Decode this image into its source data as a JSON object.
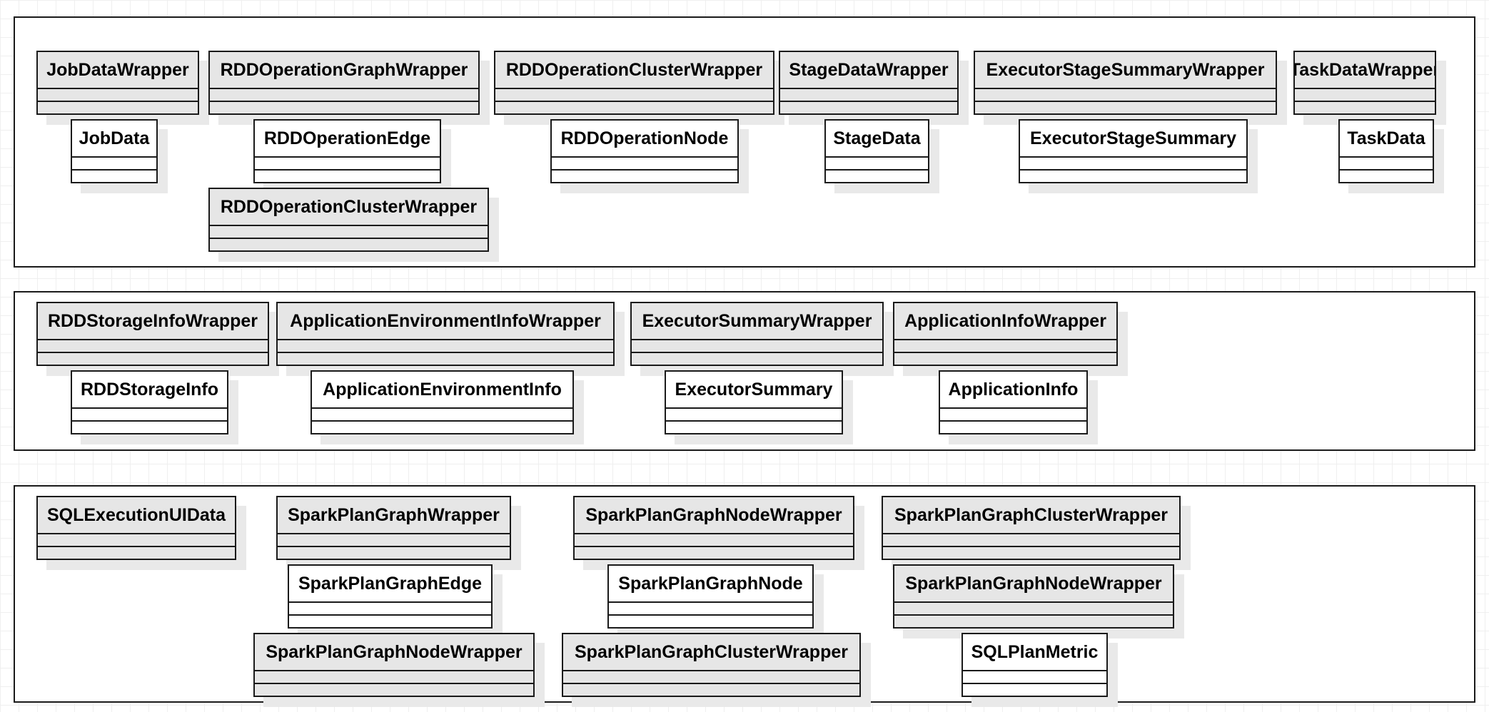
{
  "diagram": {
    "groups": [
      {
        "id": "jobs-stages-tasks",
        "classes": [
          {
            "name": "JobDataWrapper",
            "style": "wrapper"
          },
          {
            "name": "RDDOperationGraphWrapper",
            "style": "wrapper"
          },
          {
            "name": "RDDOperationClusterWrapper",
            "style": "wrapper"
          },
          {
            "name": "StageDataWrapper",
            "style": "wrapper"
          },
          {
            "name": "ExecutorStageSummaryWrapper",
            "style": "wrapper"
          },
          {
            "name": "TaskDataWrapper",
            "style": "wrapper"
          },
          {
            "name": "JobData",
            "style": "data"
          },
          {
            "name": "RDDOperationEdge",
            "style": "data"
          },
          {
            "name": "RDDOperationNode",
            "style": "data"
          },
          {
            "name": "StageData",
            "style": "data"
          },
          {
            "name": "ExecutorStageSummary",
            "style": "data"
          },
          {
            "name": "TaskData",
            "style": "data"
          },
          {
            "name": "RDDOperationClusterWrapper",
            "style": "wrapper"
          }
        ]
      },
      {
        "id": "storage-env-executors-app",
        "classes": [
          {
            "name": "RDDStorageInfoWrapper",
            "style": "wrapper"
          },
          {
            "name": "ApplicationEnvironmentInfoWrapper",
            "style": "wrapper"
          },
          {
            "name": "ExecutorSummaryWrapper",
            "style": "wrapper"
          },
          {
            "name": "ApplicationInfoWrapper",
            "style": "wrapper"
          },
          {
            "name": "RDDStorageInfo",
            "style": "data"
          },
          {
            "name": "ApplicationEnvironmentInfo",
            "style": "data"
          },
          {
            "name": "ExecutorSummary",
            "style": "data"
          },
          {
            "name": "ApplicationInfo",
            "style": "data"
          }
        ]
      },
      {
        "id": "sql",
        "classes": [
          {
            "name": "SQLExecutionUIData",
            "style": "wrapper"
          },
          {
            "name": "SparkPlanGraphWrapper",
            "style": "wrapper"
          },
          {
            "name": "SparkPlanGraphNodeWrapper",
            "style": "wrapper"
          },
          {
            "name": "SparkPlanGraphClusterWrapper",
            "style": "wrapper"
          },
          {
            "name": "SparkPlanGraphEdge",
            "style": "data"
          },
          {
            "name": "SparkPlanGraphNode",
            "style": "data"
          },
          {
            "name": "SparkPlanGraphNodeWrapper",
            "style": "wrapper"
          },
          {
            "name": "SparkPlanGraphNodeWrapper",
            "style": "wrapper"
          },
          {
            "name": "SparkPlanGraphClusterWrapper",
            "style": "wrapper"
          },
          {
            "name": "SQLPlanMetric",
            "style": "data"
          }
        ]
      }
    ],
    "colors": {
      "wrapper_fill": "#e6e6e6",
      "data_fill": "#ffffff",
      "border": "#1a1a1a",
      "shadow": "#e9e9e9",
      "grid": "#efefef"
    }
  }
}
